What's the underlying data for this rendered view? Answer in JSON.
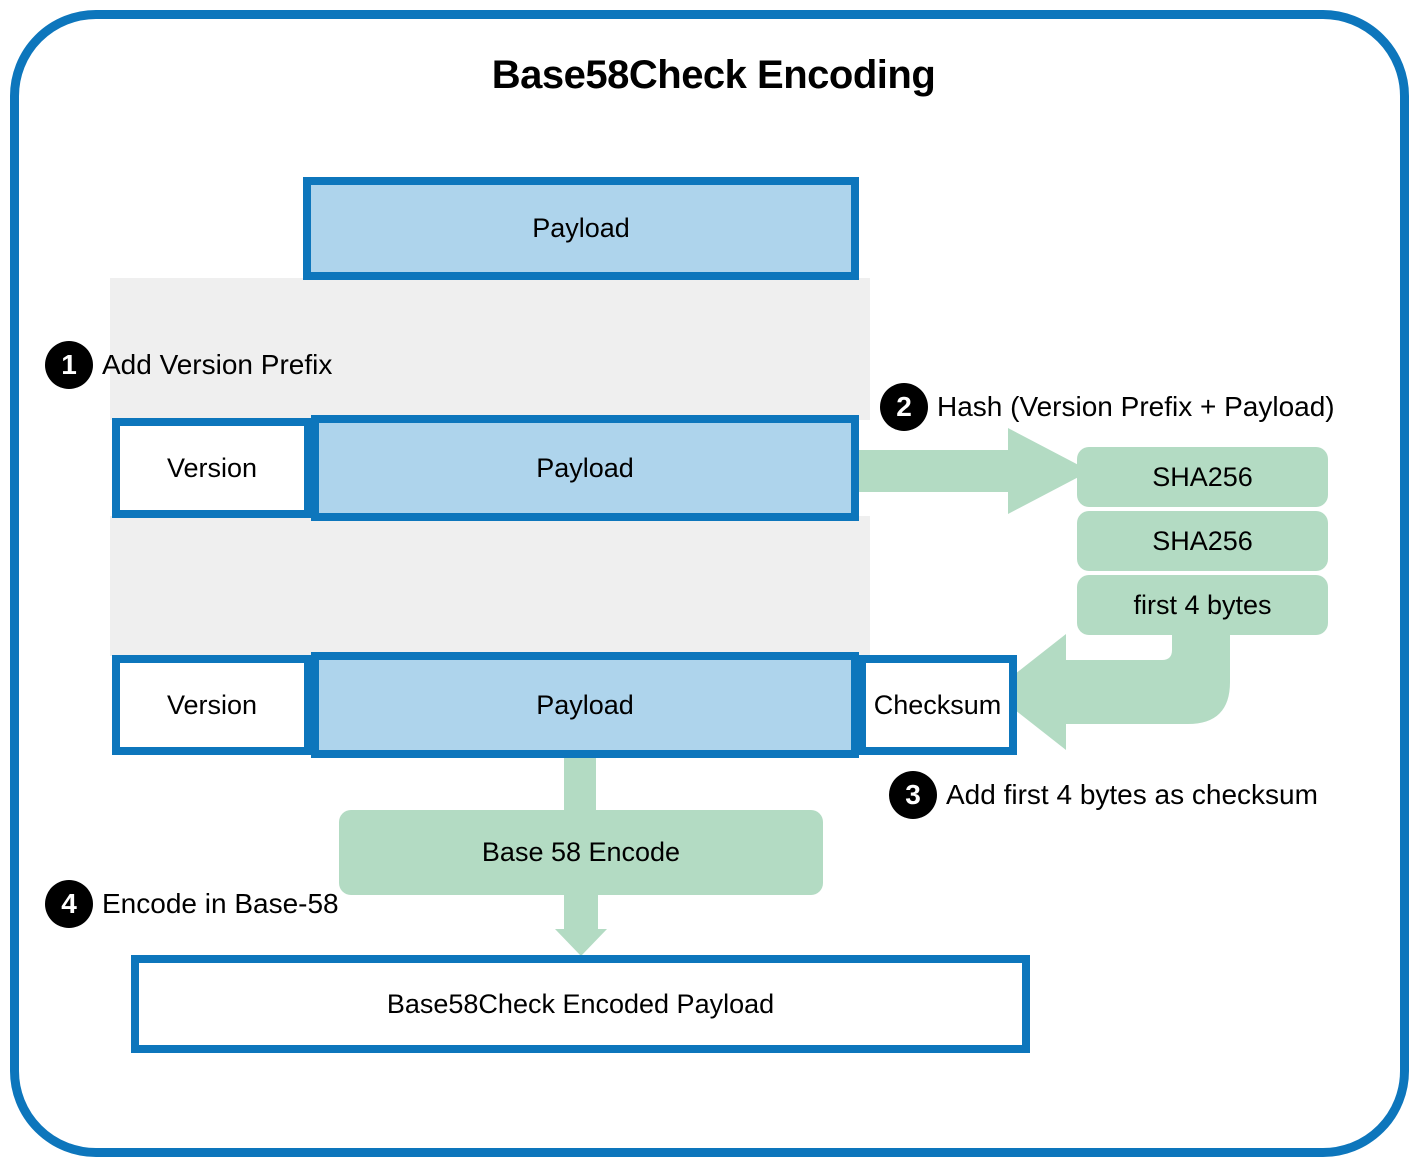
{
  "diagram": {
    "title": "Base58Check Encoding",
    "accent_blue": "#0D76BC",
    "payload_fill": "#AED4EC",
    "green_fill": "#B3DBC3",
    "gray_fill": "#EFEFEF",
    "badge_color": "#000000"
  },
  "rows": {
    "row1": {
      "payload": "Payload"
    },
    "row2": {
      "version": "Version",
      "payload": "Payload"
    },
    "row3": {
      "version": "Version",
      "payload": "Payload",
      "checksum": "Checksum"
    },
    "result": {
      "label": "Base58Check Encoded Payload"
    }
  },
  "hash_stack": [
    {
      "label": "SHA256"
    },
    {
      "label": "SHA256"
    },
    {
      "label": "first 4 bytes"
    }
  ],
  "encode_block": {
    "label": "Base 58 Encode"
  },
  "steps": [
    {
      "number": "1",
      "label": "Add Version Prefix"
    },
    {
      "number": "2",
      "label": "Hash (Version Prefix + Payload)"
    },
    {
      "number": "3",
      "label": "Add first 4 bytes as checksum"
    },
    {
      "number": "4",
      "label": "Encode in Base-58"
    }
  ]
}
